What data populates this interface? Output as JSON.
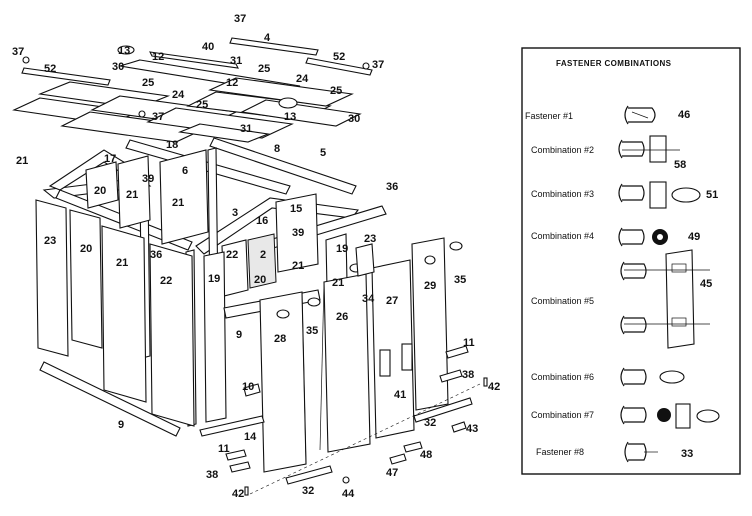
{
  "fastener_box": {
    "title": "FASTENER COMBINATIONS",
    "rows": [
      {
        "label": "Fastener #1",
        "part": "46"
      },
      {
        "label": "Combination #2",
        "part": "58"
      },
      {
        "label": "Combination #3",
        "part": "51"
      },
      {
        "label": "Combination #4",
        "part": "49"
      },
      {
        "label": "Combination #5",
        "part": "45"
      },
      {
        "label": "Combination #6",
        "part": ""
      },
      {
        "label": "Combination #7",
        "part": ""
      },
      {
        "label": "Fastener #8",
        "part": "33"
      }
    ]
  },
  "callouts": [
    "37",
    "4",
    "13",
    "40",
    "52",
    "37",
    "37",
    "52",
    "30",
    "12",
    "31",
    "25",
    "12",
    "24",
    "25",
    "24",
    "25",
    "25",
    "37",
    "13",
    "30",
    "31",
    "21",
    "17",
    "18",
    "8",
    "5",
    "39",
    "6",
    "20",
    "21",
    "21",
    "36",
    "3",
    "15",
    "16",
    "39",
    "23",
    "20",
    "21",
    "2",
    "22",
    "23",
    "36",
    "19",
    "21",
    "19",
    "21",
    "20",
    "22",
    "29",
    "35",
    "34",
    "27",
    "9",
    "28",
    "35",
    "26",
    "11",
    "38",
    "42",
    "10",
    "41",
    "9",
    "14",
    "32",
    "43",
    "11",
    "48",
    "38",
    "47",
    "42",
    "32",
    "44",
    "45"
  ]
}
